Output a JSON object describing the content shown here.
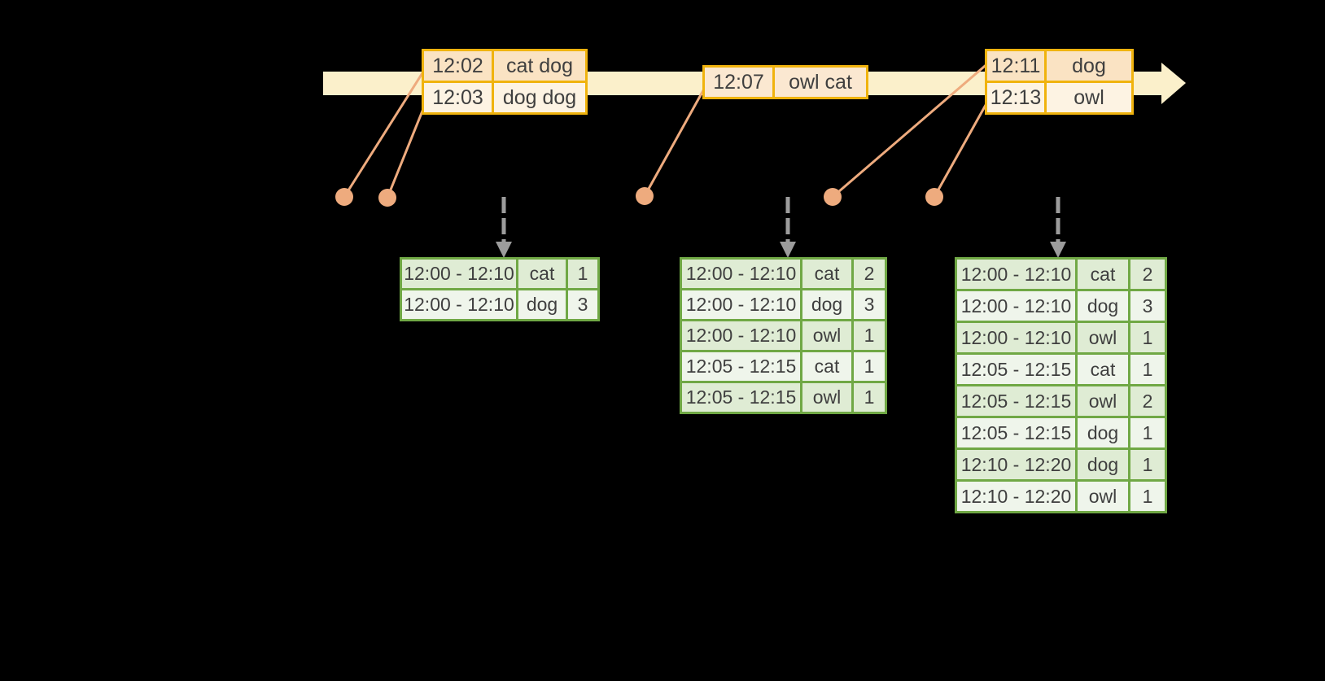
{
  "colors": {
    "background": "#000000",
    "timeline_fill": "#fbf0cb",
    "event_table_border": "#f0b30e",
    "event_row_dark": "#fae3c3",
    "event_row_light": "#fdf3e3",
    "event_row_medium": "#fbe8d1",
    "connector_salmon": "#eeab7e",
    "trigger_arrow_gray": "#9c9c9c",
    "result_table_border": "#70a845",
    "result_row_dark": "#dfecd4",
    "result_row_light": "#eff5eb",
    "cell_text": "#3f3f3f"
  },
  "icons": {
    "timeline_arrowhead": "right-triangle",
    "event_time_dot": "filled-circle",
    "trigger_arrow": "dashed-down-arrow"
  },
  "event_tables": [
    {
      "rows": [
        {
          "time": "12:02",
          "words": "cat dog"
        },
        {
          "time": "12:03",
          "words": "dog dog"
        }
      ]
    },
    {
      "rows": [
        {
          "time": "12:07",
          "words": "owl cat"
        }
      ]
    },
    {
      "rows": [
        {
          "time": "12:11",
          "words": "dog"
        },
        {
          "time": "12:13",
          "words": "owl"
        }
      ]
    }
  ],
  "result_tables": [
    {
      "rows": [
        {
          "window": "12:00 - 12:10",
          "word": "cat",
          "count": "1"
        },
        {
          "window": "12:00 - 12:10",
          "word": "dog",
          "count": "3"
        }
      ]
    },
    {
      "rows": [
        {
          "window": "12:00 - 12:10",
          "word": "cat",
          "count": "2"
        },
        {
          "window": "12:00 - 12:10",
          "word": "dog",
          "count": "3"
        },
        {
          "window": "12:00 - 12:10",
          "word": "owl",
          "count": "1"
        },
        {
          "window": "12:05 - 12:15",
          "word": "cat",
          "count": "1"
        },
        {
          "window": "12:05 - 12:15",
          "word": "owl",
          "count": "1"
        }
      ]
    },
    {
      "rows": [
        {
          "window": "12:00 - 12:10",
          "word": "cat",
          "count": "2"
        },
        {
          "window": "12:00 - 12:10",
          "word": "dog",
          "count": "3"
        },
        {
          "window": "12:00 - 12:10",
          "word": "owl",
          "count": "1"
        },
        {
          "window": "12:05 - 12:15",
          "word": "cat",
          "count": "1"
        },
        {
          "window": "12:05 - 12:15",
          "word": "owl",
          "count": "2"
        },
        {
          "window": "12:05 - 12:15",
          "word": "dog",
          "count": "1"
        },
        {
          "window": "12:10 - 12:20",
          "word": "dog",
          "count": "1"
        },
        {
          "window": "12:10 - 12:20",
          "word": "owl",
          "count": "1"
        }
      ]
    }
  ]
}
